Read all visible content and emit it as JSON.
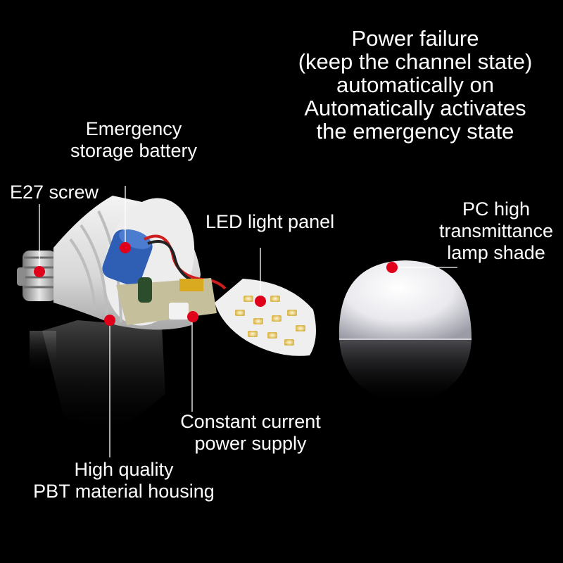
{
  "headline": {
    "lines": [
      "Power failure",
      "(keep the channel state)",
      "automatically on",
      "Automatically activates",
      "the emergency state"
    ]
  },
  "labels": {
    "battery": [
      "Emergency",
      "storage battery"
    ],
    "screw": "E27 screw",
    "led_panel": "LED light panel",
    "lamp_shade": [
      "PC high",
      "transmittance",
      "lamp shade"
    ],
    "power_supply": [
      "Constant current",
      "power supply"
    ],
    "housing": [
      "High quality",
      "PBT material housing"
    ]
  },
  "colors": {
    "background": "#000000",
    "text": "#ffffff",
    "marker": "#e0001a"
  }
}
